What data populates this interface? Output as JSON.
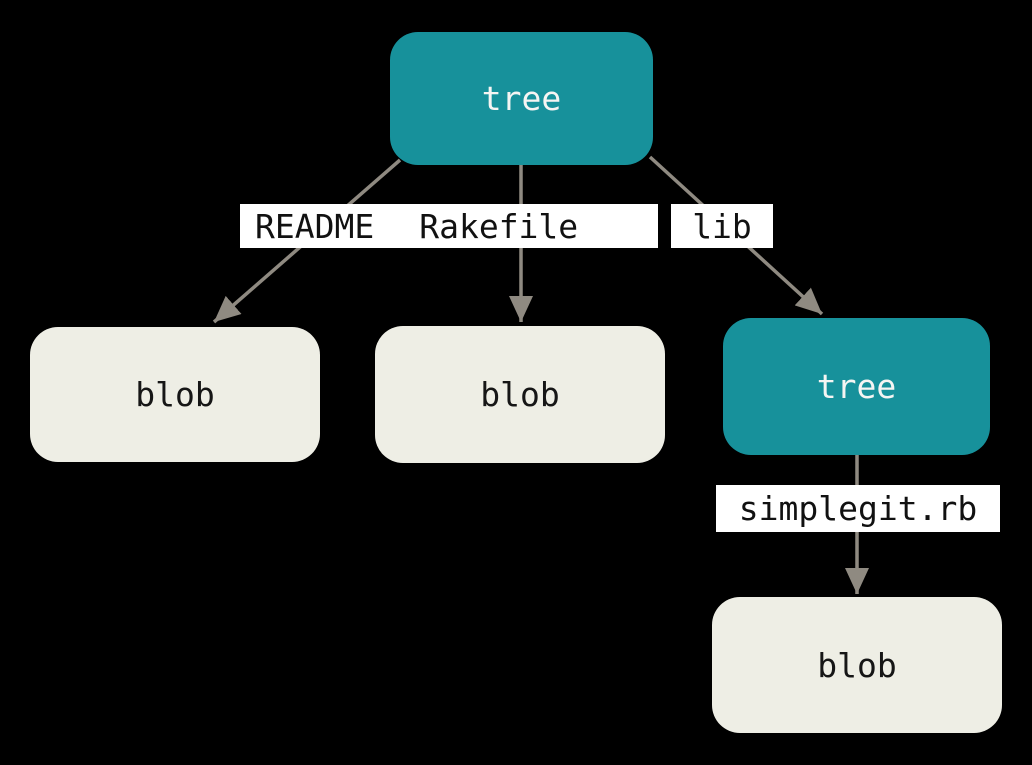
{
  "diagram": {
    "description": "Git tree and blob objects diagram",
    "nodes": [
      {
        "id": "root-tree",
        "label": "tree",
        "type": "tree"
      },
      {
        "id": "blob-left",
        "label": "blob",
        "type": "blob"
      },
      {
        "id": "blob-mid",
        "label": "blob",
        "type": "blob"
      },
      {
        "id": "lib-tree",
        "label": "tree",
        "type": "tree"
      },
      {
        "id": "blob-bottom",
        "label": "blob",
        "type": "blob"
      }
    ],
    "edge_labels": [
      {
        "id": "readme",
        "text": "README"
      },
      {
        "id": "rakefile",
        "text": "Rakefile"
      },
      {
        "id": "lib",
        "text": "lib"
      },
      {
        "id": "simplegit",
        "text": "simplegit.rb"
      }
    ],
    "edges": [
      {
        "from": "root-tree",
        "to": "blob-left",
        "label": "README"
      },
      {
        "from": "root-tree",
        "to": "blob-mid",
        "label": "Rakefile"
      },
      {
        "from": "root-tree",
        "to": "lib-tree",
        "label": "lib"
      },
      {
        "from": "lib-tree",
        "to": "blob-bottom",
        "label": "simplegit.rb"
      }
    ],
    "colors": {
      "background": "#000000",
      "tree_fill": "#17919B",
      "blob_fill": "#EEEEE5",
      "arrow": "#8F8A81",
      "label_bg": "#FFFFFF",
      "label_text": "#111111",
      "tree_text": "#F5F5F3",
      "blob_text": "#161616"
    }
  }
}
